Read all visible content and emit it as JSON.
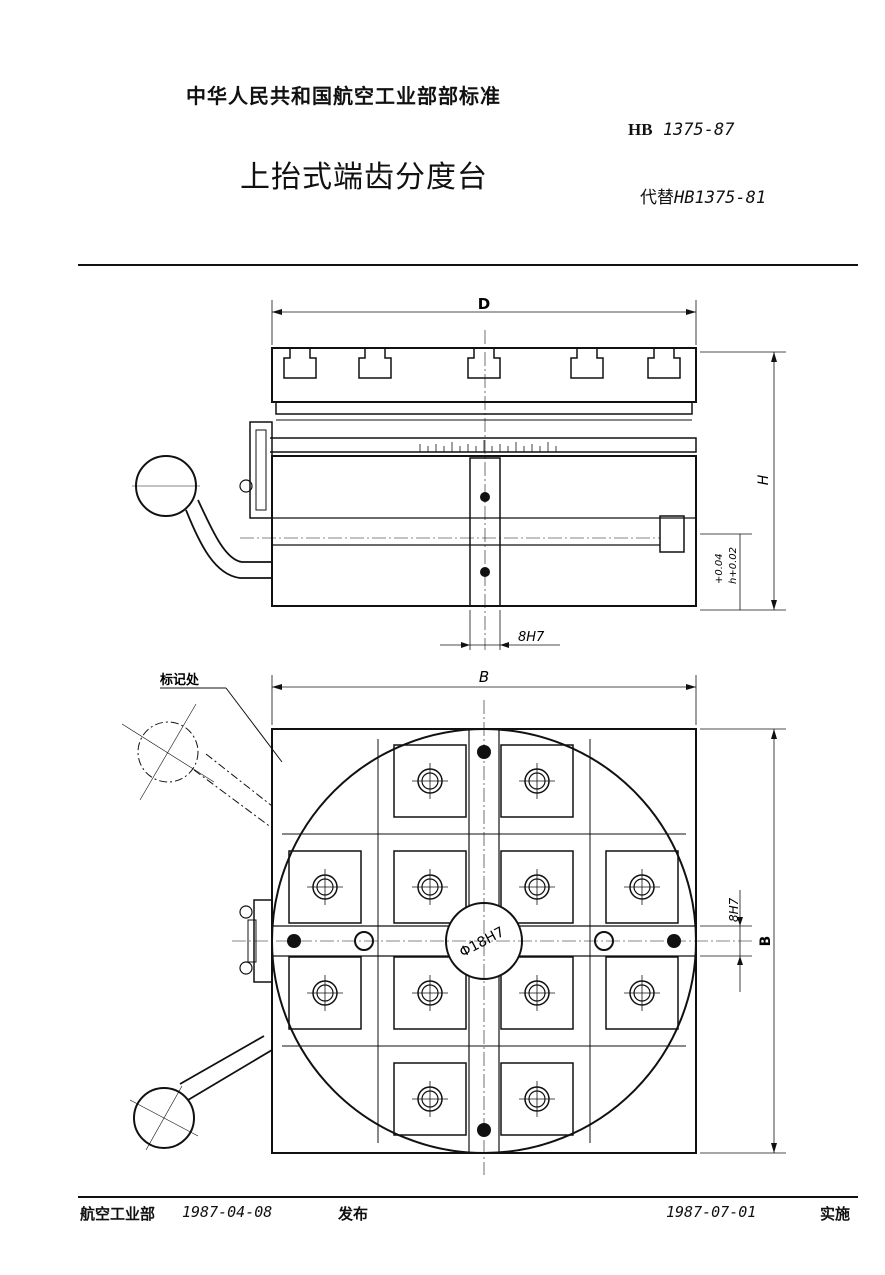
{
  "header": {
    "org": "中华人民共和国航空工业部部标准",
    "code_prefix": "HB",
    "code_number": "1375-87",
    "title": "上抬式端齿分度台",
    "replace_prefix": "代替",
    "replace_number": "HB1375-81"
  },
  "drawing": {
    "top_view_dim_width": "D",
    "top_view_dim_height": "H",
    "tol_upper": "+0.04",
    "tol_lower": "h+0.02",
    "slot_dim_top": "8H7",
    "marking_label": "标记处",
    "plan_dim_width": "B",
    "plan_dim_height": "B",
    "slot_dim_right": "8H7",
    "center_bore": "Φ18H7"
  },
  "footer": {
    "issuer": "航空工业部",
    "issue_date": "1987-04-08",
    "issue_word": "发布",
    "effective_date": "1987-07-01",
    "effective_word": "实施"
  }
}
